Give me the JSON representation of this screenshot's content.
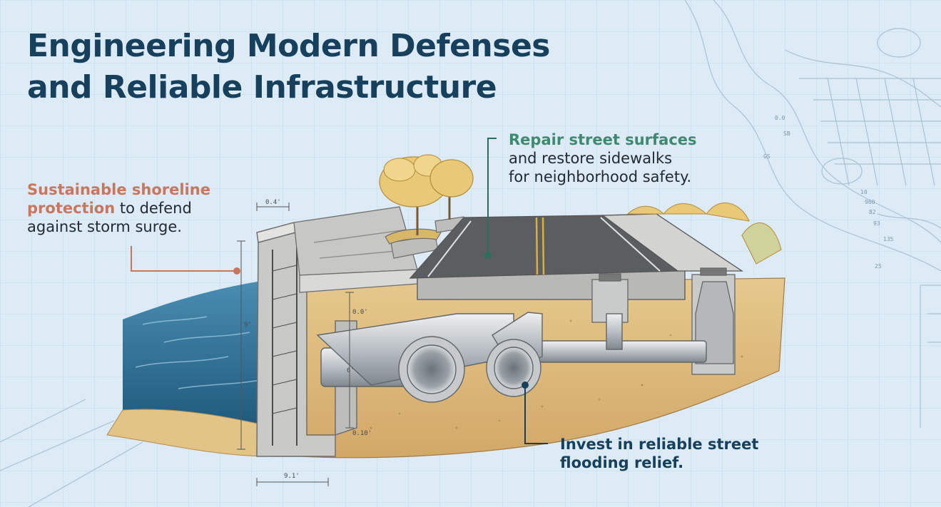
{
  "title": {
    "line1": "Engineering Modern Defenses",
    "line2": "and Reliable Infrastructure"
  },
  "callouts": {
    "shoreline": {
      "highlight_line1": "Sustainable shoreline",
      "highlight_line2": "protection",
      "rest_line2": " to defend",
      "line3": "against storm surge."
    },
    "street": {
      "highlight": "Repair street surfaces",
      "line2": "and restore sidewalks",
      "line3": "for neighborhood safety."
    },
    "relief": {
      "line1": "Invest in reliable street",
      "line2": "flooding relief."
    }
  },
  "dimensions": {
    "top_width": "0.4'",
    "wall_height": "9'",
    "inner_height": "0.0'",
    "footing_height": "0.10'",
    "base_width": "9.1'",
    "pipe_label": "6'"
  },
  "map_labels": [
    "0.0",
    "SB",
    "GS",
    "960",
    "82",
    "93",
    "135",
    "25",
    "10"
  ],
  "colors": {
    "title": "#17405c",
    "shoreline_accent": "#c8775c",
    "street_accent": "#3e8a6e",
    "relief_accent": "#17405c",
    "background": "#dcebf6",
    "water": "#2f6f93"
  }
}
